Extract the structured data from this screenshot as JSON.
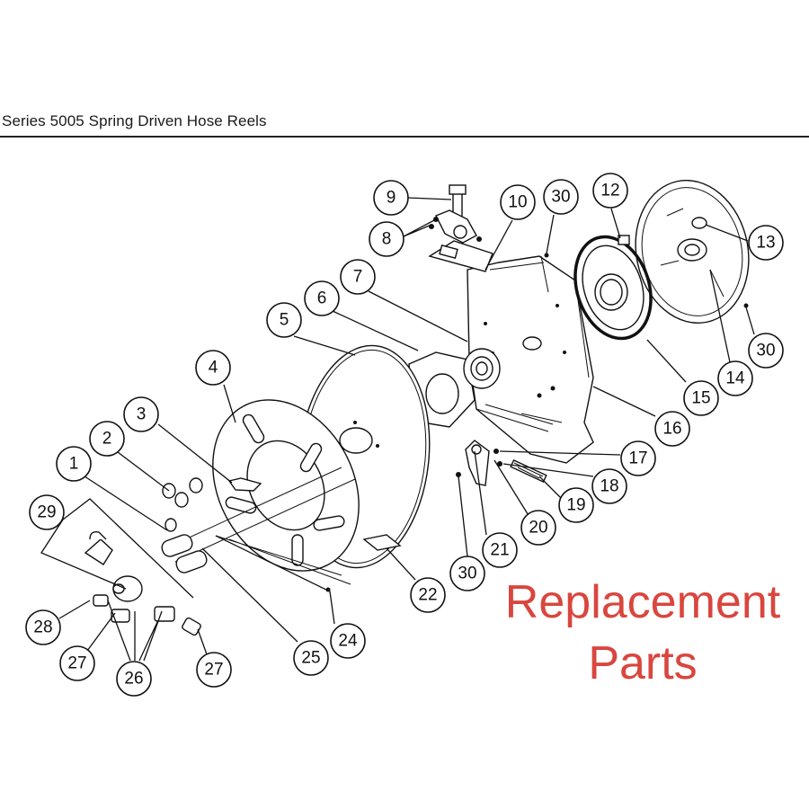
{
  "header": {
    "title": "Series 5005 Spring Driven Hose Reels"
  },
  "banner": {
    "line1": "Replacement",
    "line2": "Parts",
    "color": "#d9463e"
  },
  "callouts": [
    {
      "label": "1"
    },
    {
      "label": "2"
    },
    {
      "label": "3"
    },
    {
      "label": "4"
    },
    {
      "label": "5"
    },
    {
      "label": "6"
    },
    {
      "label": "7"
    },
    {
      "label": "8"
    },
    {
      "label": "9"
    },
    {
      "label": "10"
    },
    {
      "label": "30"
    },
    {
      "label": "12"
    },
    {
      "label": "13"
    },
    {
      "label": "30"
    },
    {
      "label": "14"
    },
    {
      "label": "15"
    },
    {
      "label": "16"
    },
    {
      "label": "17"
    },
    {
      "label": "18"
    },
    {
      "label": "19"
    },
    {
      "label": "20"
    },
    {
      "label": "21"
    },
    {
      "label": "30"
    },
    {
      "label": "22"
    },
    {
      "label": "24"
    },
    {
      "label": "25"
    },
    {
      "label": "29"
    },
    {
      "label": "28"
    },
    {
      "label": "27"
    },
    {
      "label": "26"
    },
    {
      "label": "27"
    }
  ]
}
